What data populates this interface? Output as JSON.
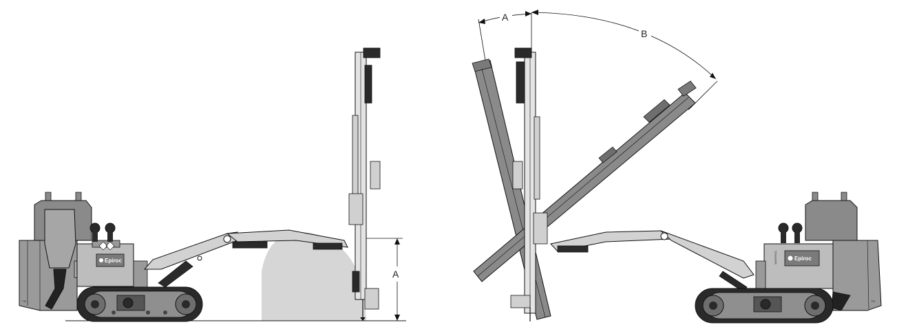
{
  "left_view": {
    "dimension_label": "A",
    "brand": "Epiroc",
    "model_tag": "T35"
  },
  "right_view": {
    "dimension_label_a": "A",
    "dimension_label_b": "B",
    "brand": "Epiroc",
    "model_tag": "T35",
    "side_text": "SMARTROC"
  },
  "colors": {
    "body_dark": "#7a7a7a",
    "body_mid": "#9a9a9a",
    "body_light": "#c8c8c8",
    "outline": "#111111",
    "sweep_area": "#d6d6d6"
  }
}
